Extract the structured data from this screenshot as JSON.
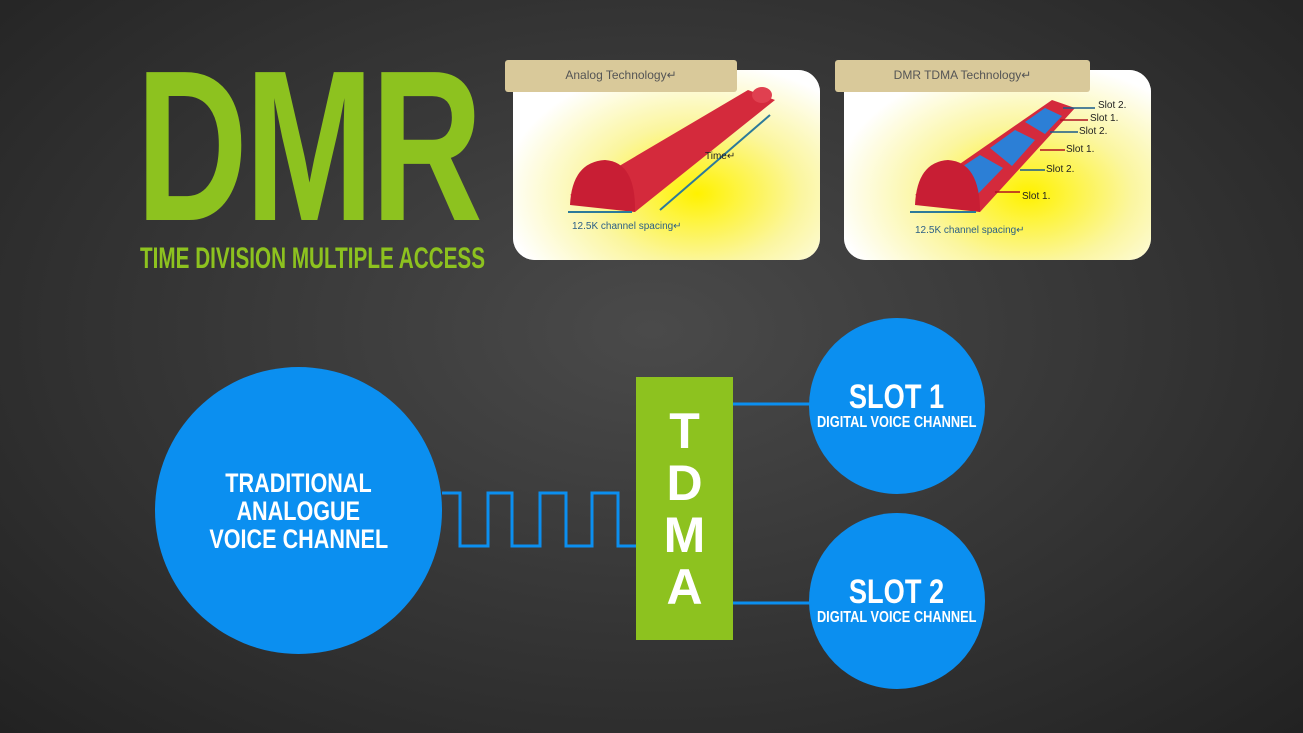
{
  "title": "DMR",
  "subtitle": "TIME DIVISION MULTIPLE ACCESS",
  "analog_panel": {
    "header": "Analog Technology↵",
    "time_label": "Time↵",
    "spacing_label": "12.5K channel spacing↵"
  },
  "tdma_panel": {
    "header": "DMR TDMA Technology↵",
    "spacing_label": "12.5K channel spacing↵",
    "slot_labels": [
      "Slot 2.",
      "Slot 1.",
      "Slot 2.",
      "Slot 1.",
      "Slot 2.",
      "Slot 1."
    ]
  },
  "analog_circle": {
    "lines": [
      "TRADITIONAL",
      "ANALOGUE",
      "VOICE CHANNEL"
    ]
  },
  "tdma_box": {
    "letters": [
      "T",
      "D",
      "M",
      "A"
    ]
  },
  "slots": [
    {
      "title": "SLOT 1",
      "subtitle": "DIGITAL VOICE CHANNEL"
    },
    {
      "title": "SLOT 2",
      "subtitle": "DIGITAL VOICE CHANNEL"
    }
  ],
  "colors": {
    "green": "#8dc21f",
    "blue": "#0b8ff0"
  }
}
